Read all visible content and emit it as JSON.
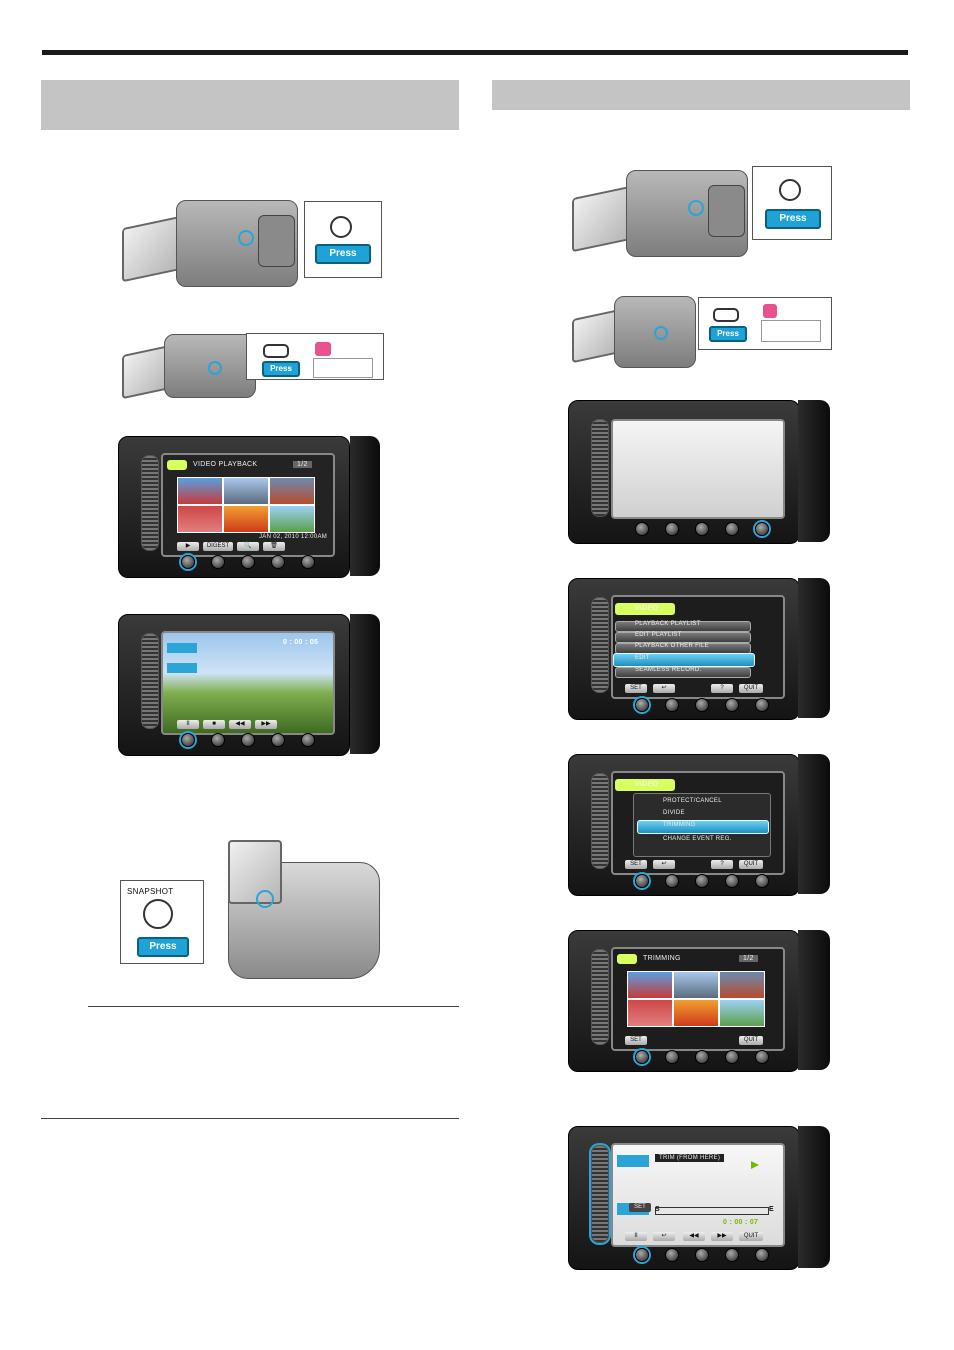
{
  "press_label": "Press",
  "snapshot_label": "SNAPSHOT",
  "left_column": {
    "playback_screen": {
      "title": "VIDEO PLAYBACK",
      "page": "1/2",
      "date": "JAN 02, 2010 12:00AM",
      "softkeys": [
        "▶",
        "DIGEST",
        "🔍",
        "🗑"
      ]
    },
    "video_screen": {
      "timecode": "0 : 00 : 05"
    }
  },
  "right_column": {
    "menu_screen": {
      "tab": "VIDEO",
      "items": [
        "PLAYBACK PLAYLIST",
        "EDIT PLAYLIST",
        "PLAYBACK OTHER FILE",
        "EDIT",
        "SEAMLESS RECORD."
      ],
      "softkeys": [
        "SET",
        "↩",
        "?",
        "QUIT"
      ]
    },
    "edit_screen": {
      "tab": "VIDEO",
      "items": [
        "PROTECT/CANCEL",
        "DIVIDE",
        "TRIMMING",
        "CHANGE EVENT REG."
      ],
      "softkeys": [
        "SET",
        "↩",
        "?",
        "QUIT"
      ]
    },
    "trimming_screen": {
      "title": "TRIMMING",
      "page": "1/2",
      "softkeys": [
        "SET",
        "QUIT"
      ]
    },
    "trim_playback_screen": {
      "label": "TRIM (FROM HERE)",
      "set_label": "SET",
      "timecode": "0 : 00 : 07",
      "start_marker": "S",
      "end_marker": "E",
      "softkeys": [
        "II",
        "↩",
        "◀◀",
        "▶▶",
        "QUIT"
      ]
    }
  },
  "colors": {
    "accent": "#2ba4d8",
    "header_bar": "#c4c4c4"
  }
}
